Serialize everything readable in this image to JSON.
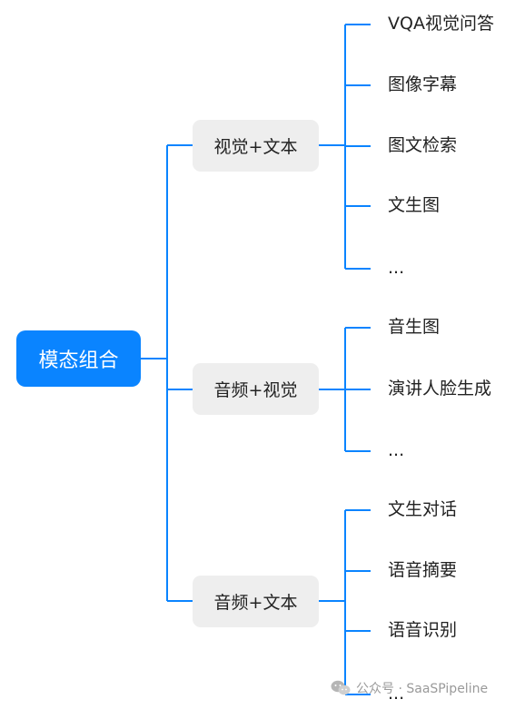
{
  "root": {
    "label": "模态组合"
  },
  "branches": [
    {
      "label": "视觉+文本",
      "leaves": [
        "VQA视觉问答",
        "图像字幕",
        "图文检索",
        "文生图",
        "..."
      ]
    },
    {
      "label": "音频+视觉",
      "leaves": [
        "音生图",
        "演讲人脸生成",
        "..."
      ]
    },
    {
      "label": "音频+文本",
      "leaves": [
        "文生对话",
        "语音摘要",
        "语音识别",
        "..."
      ]
    }
  ],
  "watermark": {
    "text": "公众号 · SaaSPipeline",
    "icon": "wechat-icon"
  },
  "colors": {
    "accent": "#0a84ff",
    "branch_bg": "#eeeeee",
    "line": "#0a84ff"
  }
}
